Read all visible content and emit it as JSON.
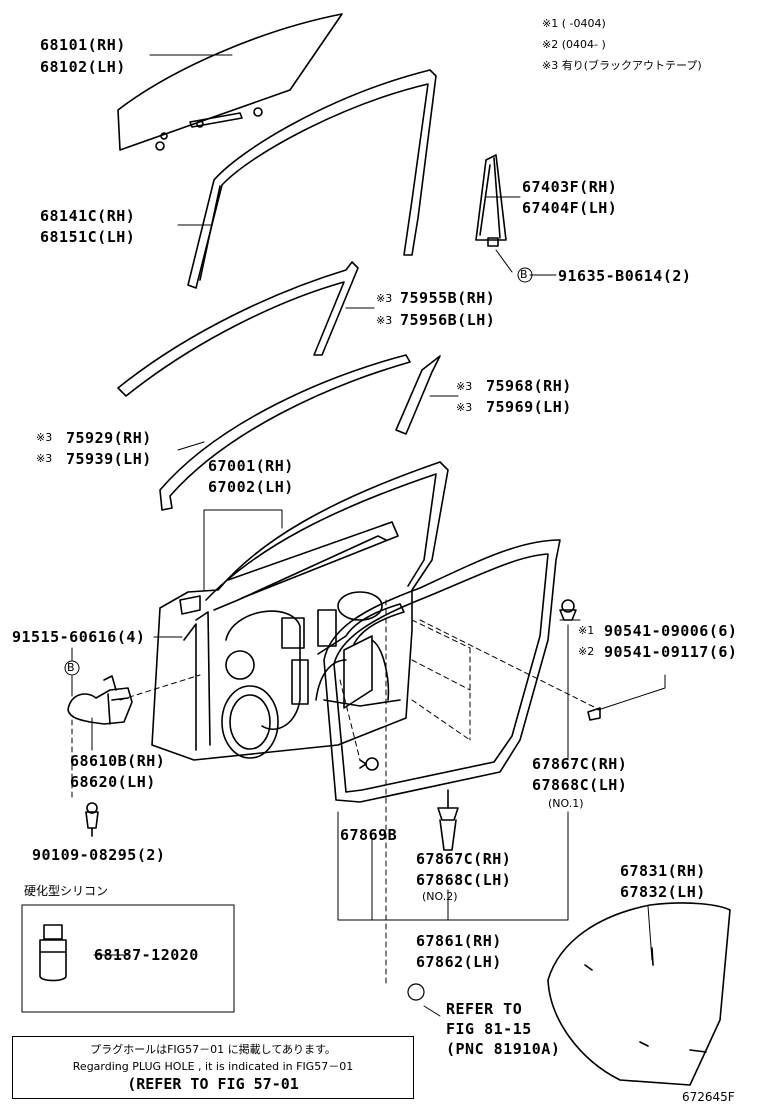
{
  "legend_notes": [
    "※1 (     -0404)",
    "※2 (0404-     )",
    "※3 有り(ブラックアウトテープ)"
  ],
  "parts": {
    "p68101": "68101(RH)",
    "p68102": "68102(LH)",
    "p68141c": "68141C(RH)",
    "p68151c": "68151C(LH)",
    "p67403f": "67403F(RH)",
    "p67404f": "67404F(LH)",
    "b_mark": "B",
    "p91635": "91635-B0614(2)",
    "note3": "※3",
    "p75955b": "75955B(RH)",
    "p75956b": "75956B(LH)",
    "p75968": "75968(RH)",
    "p75969": "75969(LH)",
    "p75929": "75929(RH)",
    "p75939": "75939(LH)",
    "p67001": "67001(RH)",
    "p67002": "67002(LH)",
    "p91515": "91515-60616(4)",
    "note1": "※1",
    "note2": "※2",
    "p90541a": "90541-09006(6)",
    "p90541b": "90541-09117(6)",
    "p68610b": "68610B(RH)",
    "p68620": "68620(LH)",
    "p67867c_a": "67867C(RH)",
    "p67868c_a": "67868C(LH)",
    "no1": "(NO.1)",
    "p67869b": "67869B",
    "p67867c_b": "67867C(RH)",
    "p67868c_b": "67868C(LH)",
    "no2": "(NO.2)",
    "p90109": "90109-08295(2)",
    "silicone_title": "硬化型シリコン",
    "p68187": "68187-12020",
    "p67831": "67831(RH)",
    "p67832": "67832(LH)",
    "p67861": "67861(RH)",
    "p67862": "67862(LH)",
    "refer1": "REFER TO",
    "refer2": "FIG 81-15",
    "refer3": "(PNC 81910A)",
    "plug_jp": "プラグホールはFIG57－01 に掲載してあります。",
    "plug_en": "Regarding PLUG HOLE , it is indicated in FIG57－01",
    "plug_ref": "(REFER TO FIG 57-01",
    "fig_id": "672645F"
  }
}
